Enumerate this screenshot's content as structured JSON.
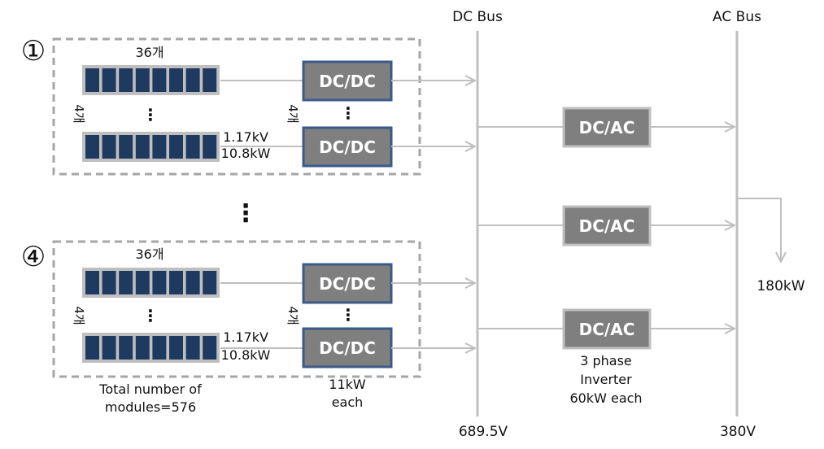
{
  "buses": {
    "dc_title": "DC Bus",
    "ac_title": "AC Bus",
    "dc_voltage": "689.5V",
    "ac_voltage": "380V",
    "ac_output": "180kW"
  },
  "groups": [
    {
      "index_label": "①",
      "module_count": "36개",
      "string_count": "4개",
      "converter_count": "4개",
      "string_voltage": "1.17kV",
      "string_power": "10.8kW",
      "dots": "⋮",
      "converters": [
        {
          "label": "DC/DC"
        },
        {
          "label": "DC/DC"
        }
      ]
    },
    {
      "index_label": "④",
      "module_count": "36개",
      "string_count": "4개",
      "converter_count": "4개",
      "string_voltage": "1.17kV",
      "string_power": "10.8kW",
      "dots": "⋮",
      "converters": [
        {
          "label": "DC/DC"
        },
        {
          "label": "DC/DC"
        }
      ]
    }
  ],
  "between_groups_dots": "⋮",
  "inverters": [
    {
      "label": "DC/AC"
    },
    {
      "label": "DC/AC"
    },
    {
      "label": "DC/AC"
    }
  ],
  "captions": {
    "modules_line1": "Total number of",
    "modules_line2": "modules=576",
    "dcdc_line1": "11kW",
    "dcdc_line2": "each",
    "inv_line1": "3 phase",
    "inv_line2": "Inverter",
    "inv_line3": "60kW each"
  },
  "colors": {
    "panel_cell": "#1f3a60",
    "panel_frame": "#bfbfbf",
    "converter_fill": "#7f7f7f",
    "dcdc_border": "#3b5a8a",
    "inverter_border": "#bfbfbf",
    "line": "#bfbfbf",
    "dashed_border": "#a6a6a6"
  }
}
